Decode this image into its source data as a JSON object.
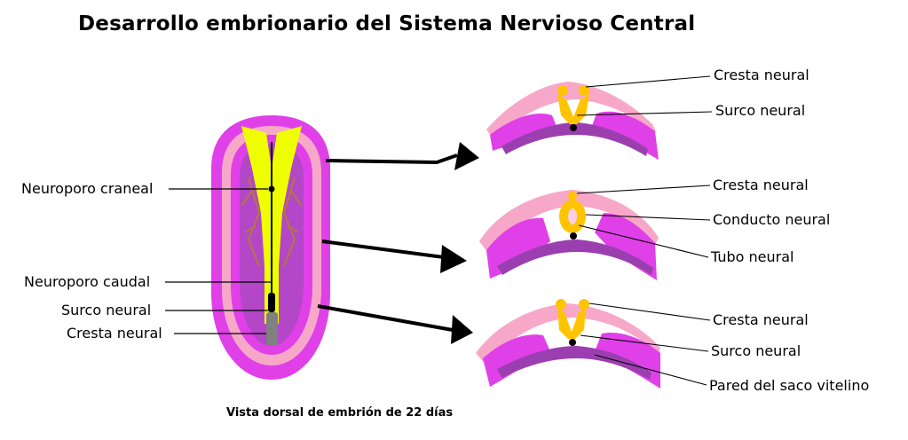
{
  "title": "Desarrollo embrionario del Sistema Nervioso Central",
  "caption": "Vista dorsal de embrión de 22 días",
  "colors": {
    "magenta": "#e040e8",
    "pink": "#f7a8c8",
    "light_pink": "#fbd0e2",
    "purple": "#9b3fb0",
    "yellow": "#f0ff00",
    "orange_yellow": "#ffc400",
    "brown": "#b07a3a",
    "gray": "#808080"
  },
  "left_labels": {
    "neuroporo_craneal": "Neuroporo craneal",
    "neuroporo_caudal": "Neuroporo caudal",
    "surco_neural": "Surco neural",
    "cresta_neural": "Cresta neural"
  },
  "section_1": {
    "cresta_neural": "Cresta neural",
    "surco_neural": "Surco neural"
  },
  "section_2": {
    "cresta_neural": "Cresta neural",
    "conducto_neural": "Conducto neural",
    "tubo_neural": "Tubo neural"
  },
  "section_3": {
    "cresta_neural": "Cresta neural",
    "surco_neural": "Surco neural",
    "pared_saco_vitelino": "Pared del saco vitelino"
  }
}
